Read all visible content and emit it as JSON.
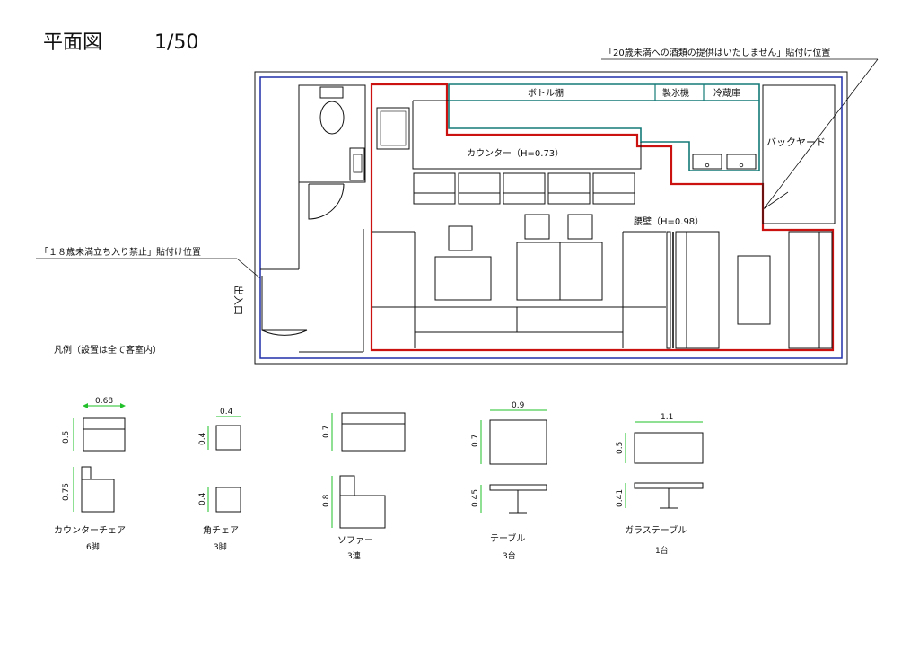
{
  "title": "平面図",
  "scale": "1/50",
  "notes": {
    "alcohol_notice": "「20歳未満への酒類の提供はいたしません」貼付け位置",
    "minor_notice": "「１８歳未満立ち入り禁止」貼付け位置"
  },
  "rooms": {
    "bottle_shelf": "ボトル棚",
    "ice_machine": "製氷機",
    "fridge": "冷蔵庫",
    "backyard": "バックヤード",
    "counter": "カウンター（H=0.73）",
    "waist_wall": "腰壁（H=0.98）",
    "entrance": "出入口"
  },
  "legend": {
    "heading": "凡例（設置は全て客室内）",
    "items": [
      {
        "name": "カウンターチェア",
        "qty": "6脚",
        "width": "0.68",
        "depth": "0.5",
        "height": "0.75"
      },
      {
        "name": "角チェア",
        "qty": "3脚",
        "width": "0.4",
        "depth": "0.4",
        "height": "0.4"
      },
      {
        "name": "ソファー",
        "qty": "3連",
        "depth": "0.7",
        "height": "0.8"
      },
      {
        "name": "テーブル",
        "qty": "3台",
        "width": "0.9",
        "depth": "0.7",
        "height": "0.45"
      },
      {
        "name": "ガラステーブル",
        "qty": "1台",
        "width": "1.1",
        "depth": "0.5",
        "height": "0.41"
      }
    ]
  },
  "colors": {
    "outer_boundary": "#1f2fa8",
    "guest_area": "#cc1111",
    "bar_fixtures": "#137a78",
    "dimension": "#22c02a",
    "line": "#111111"
  }
}
